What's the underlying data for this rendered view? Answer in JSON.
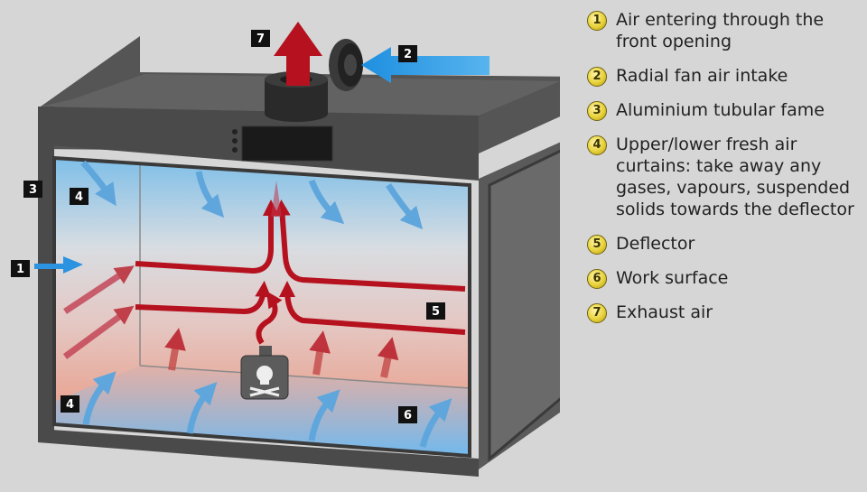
{
  "legend": [
    {
      "num": "1",
      "text": "Air entering through the front opening"
    },
    {
      "num": "2",
      "text": "Radial fan air intake"
    },
    {
      "num": "3",
      "text": "Aluminium tubular fame"
    },
    {
      "num": "4",
      "text": "Upper/lower fresh air curtains: take away any gases, vapours, suspended solids towards the deflector"
    },
    {
      "num": "5",
      "text": "Deflector"
    },
    {
      "num": "6",
      "text": "Work surface"
    },
    {
      "num": "7",
      "text": "Exhaust air"
    }
  ],
  "callouts": {
    "c1": "1",
    "c2": "2",
    "c3": "3",
    "c4a": "4",
    "c4b": "4",
    "c5": "5",
    "c6": "6",
    "c7": "7"
  },
  "colors": {
    "airflow_fresh": "#3a9fe0",
    "airflow_exhaust": "#b5111e",
    "frame": "#4a4a4a",
    "legend_badge": "#e8d23a"
  },
  "icons": {
    "fan": "radial-fan-icon",
    "hazard": "poison-bottle-icon"
  }
}
